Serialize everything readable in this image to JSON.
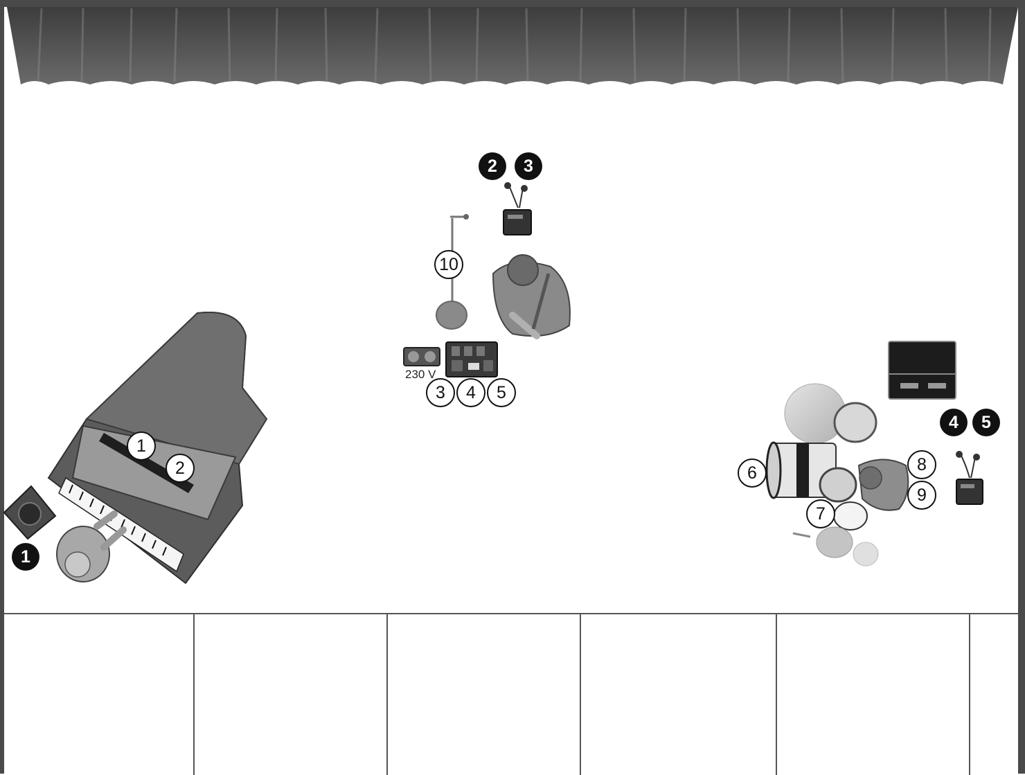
{
  "stage": {
    "power_outlet_label": "230 V",
    "input_markers": [
      "1",
      "2",
      "3",
      "4",
      "5",
      "6",
      "7",
      "8",
      "9",
      "10"
    ],
    "monitor_markers": [
      "1",
      "2",
      "3",
      "4",
      "5"
    ],
    "table_columns": [
      "",
      "",
      "",
      "",
      "",
      ""
    ]
  }
}
